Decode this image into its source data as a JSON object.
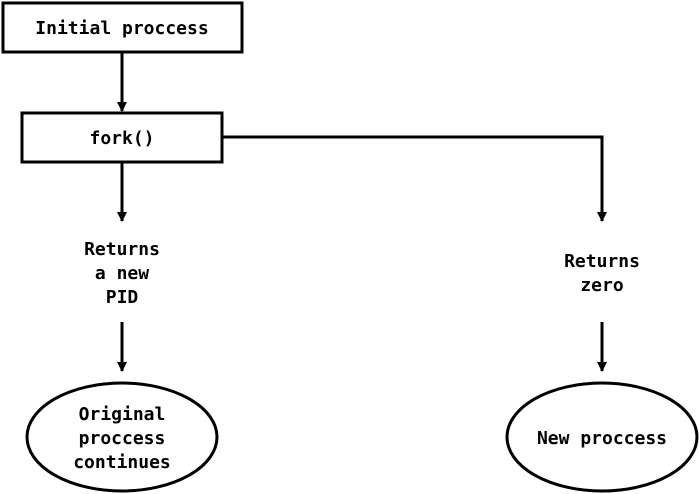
{
  "diagram": {
    "nodes": {
      "initial": {
        "label": "Initial proccess",
        "shape": "rectangle"
      },
      "fork": {
        "label": "fork()",
        "shape": "rectangle"
      },
      "returns_pid": {
        "lines": [
          "Returns",
          "a new",
          "PID"
        ],
        "shape": "text"
      },
      "returns_zero": {
        "lines": [
          "Returns",
          "zero"
        ],
        "shape": "text"
      },
      "original": {
        "lines": [
          "Original",
          "proccess",
          "continues"
        ],
        "shape": "ellipse"
      },
      "new": {
        "label": "New proccess",
        "shape": "ellipse"
      }
    },
    "edges": [
      {
        "from": "initial",
        "to": "fork"
      },
      {
        "from": "fork",
        "to": "returns_pid"
      },
      {
        "from": "fork",
        "to": "returns_zero"
      },
      {
        "from": "returns_pid",
        "to": "original"
      },
      {
        "from": "returns_zero",
        "to": "new"
      }
    ],
    "colors": {
      "stroke": "#000000",
      "background": "#ffffff",
      "text": "#000000"
    }
  }
}
